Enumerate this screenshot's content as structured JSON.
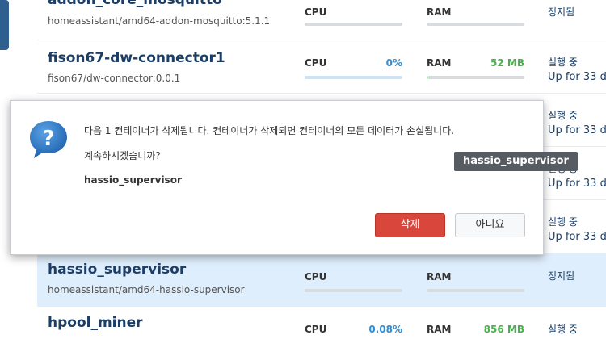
{
  "containers": [
    {
      "name": "addon_core_mosquitto",
      "image": "homeassistant/amd64-addon-mosquitto:5.1.1",
      "cpu_label": "CPU",
      "ram_label": "RAM",
      "cpu_value": "",
      "ram_value": "",
      "cpu_fraction": 0,
      "ram_fraction": 0,
      "status": "정지됨",
      "uptime": ""
    },
    {
      "name": "fison67-dw-connector1",
      "image": "fison67/dw-connector:0.0.1",
      "cpu_label": "CPU",
      "ram_label": "RAM",
      "cpu_value": "0%",
      "ram_value": "52 MB",
      "cpu_fraction": 0,
      "ram_fraction": 0.01,
      "status": "실행 중",
      "uptime": "Up for 33 d"
    },
    {
      "name": "",
      "image": "",
      "cpu_label": "",
      "ram_label": "",
      "cpu_value": "",
      "ram_value": "",
      "status": "실행 중",
      "uptime": "Up for 33 d"
    },
    {
      "name": "",
      "image": "",
      "cpu_label": "",
      "ram_label": "",
      "cpu_value": "",
      "ram_value": "",
      "status": "실행 중",
      "uptime": "Up for 33 d"
    },
    {
      "name": "",
      "image": "",
      "cpu_label": "",
      "ram_label": "",
      "cpu_value": "",
      "ram_value": "",
      "status": "실행 중",
      "uptime": "Up for 33 d"
    },
    {
      "name": "hassio_supervisor",
      "image": "homeassistant/amd64-hassio-supervisor",
      "cpu_label": "CPU",
      "ram_label": "RAM",
      "cpu_value": "",
      "ram_value": "",
      "cpu_fraction": 0,
      "ram_fraction": 0,
      "status": "정지됨",
      "uptime": ""
    },
    {
      "name": "hpool_miner",
      "image": "",
      "cpu_label": "CPU",
      "ram_label": "RAM",
      "cpu_value": "0.08%",
      "ram_value": "856 MB",
      "status": "실행 중",
      "uptime": ""
    }
  ],
  "dialog": {
    "message_line1": "다음 1 컨테이너가 삭제됩니다. 컨테이너가 삭제되면 컨테이너의 모든 데이터가 손실됩니다.",
    "message_line2": "계속하시겠습니까?",
    "target": "hassio_supervisor",
    "delete_label": "삭제",
    "no_label": "아니요"
  },
  "tooltip": {
    "text": "hassio_supervisor"
  },
  "icons": {
    "dialog_icon": "question-icon"
  },
  "colors": {
    "accent_blue": "#2f8fd8",
    "ram_green": "#4caf50",
    "delete_red": "#d9463c",
    "selected_row": "#dfeefc",
    "name_navy": "#1c3e66"
  }
}
